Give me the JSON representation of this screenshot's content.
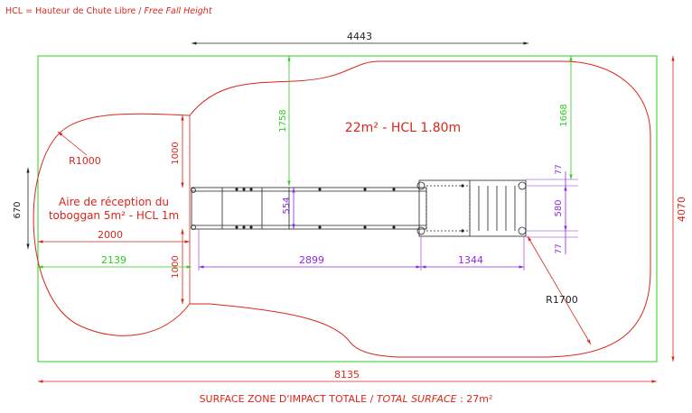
{
  "legend": {
    "prefix": "HCL = Hauteur de Chute Libre / ",
    "english": "Free Fall Height"
  },
  "zone_label": "22m² - HCL 1.80m",
  "reception_label": {
    "line1": "Aire de réception du",
    "line2": "toboggan 5m² - HCL 1m"
  },
  "dimensions": {
    "top_width": "4443",
    "total_width": "8135",
    "total_height": "4070",
    "left_height": "670",
    "upper_clearance": "1758",
    "right_clearance": "1668",
    "structure_width": "554",
    "tower_width": "580",
    "offset_top": "77",
    "offset_bottom": "77",
    "slide_side_top": "1000",
    "slide_side_bottom": "1000",
    "slide_out": "2000",
    "left_green": "2139",
    "bridge_length": "2899",
    "tower_length": "1344",
    "radius_left": "R1000",
    "radius_right": "R1700"
  },
  "footer": {
    "prefix": "SURFACE ZONE D'IMPACT TOTALE / ",
    "italic": "TOTAL SURFACE",
    "suffix": " : 27m²"
  },
  "colors": {
    "red": "#d9261c",
    "green": "#2ecc1e",
    "purple": "#8a2be2",
    "structure": "#222222"
  }
}
